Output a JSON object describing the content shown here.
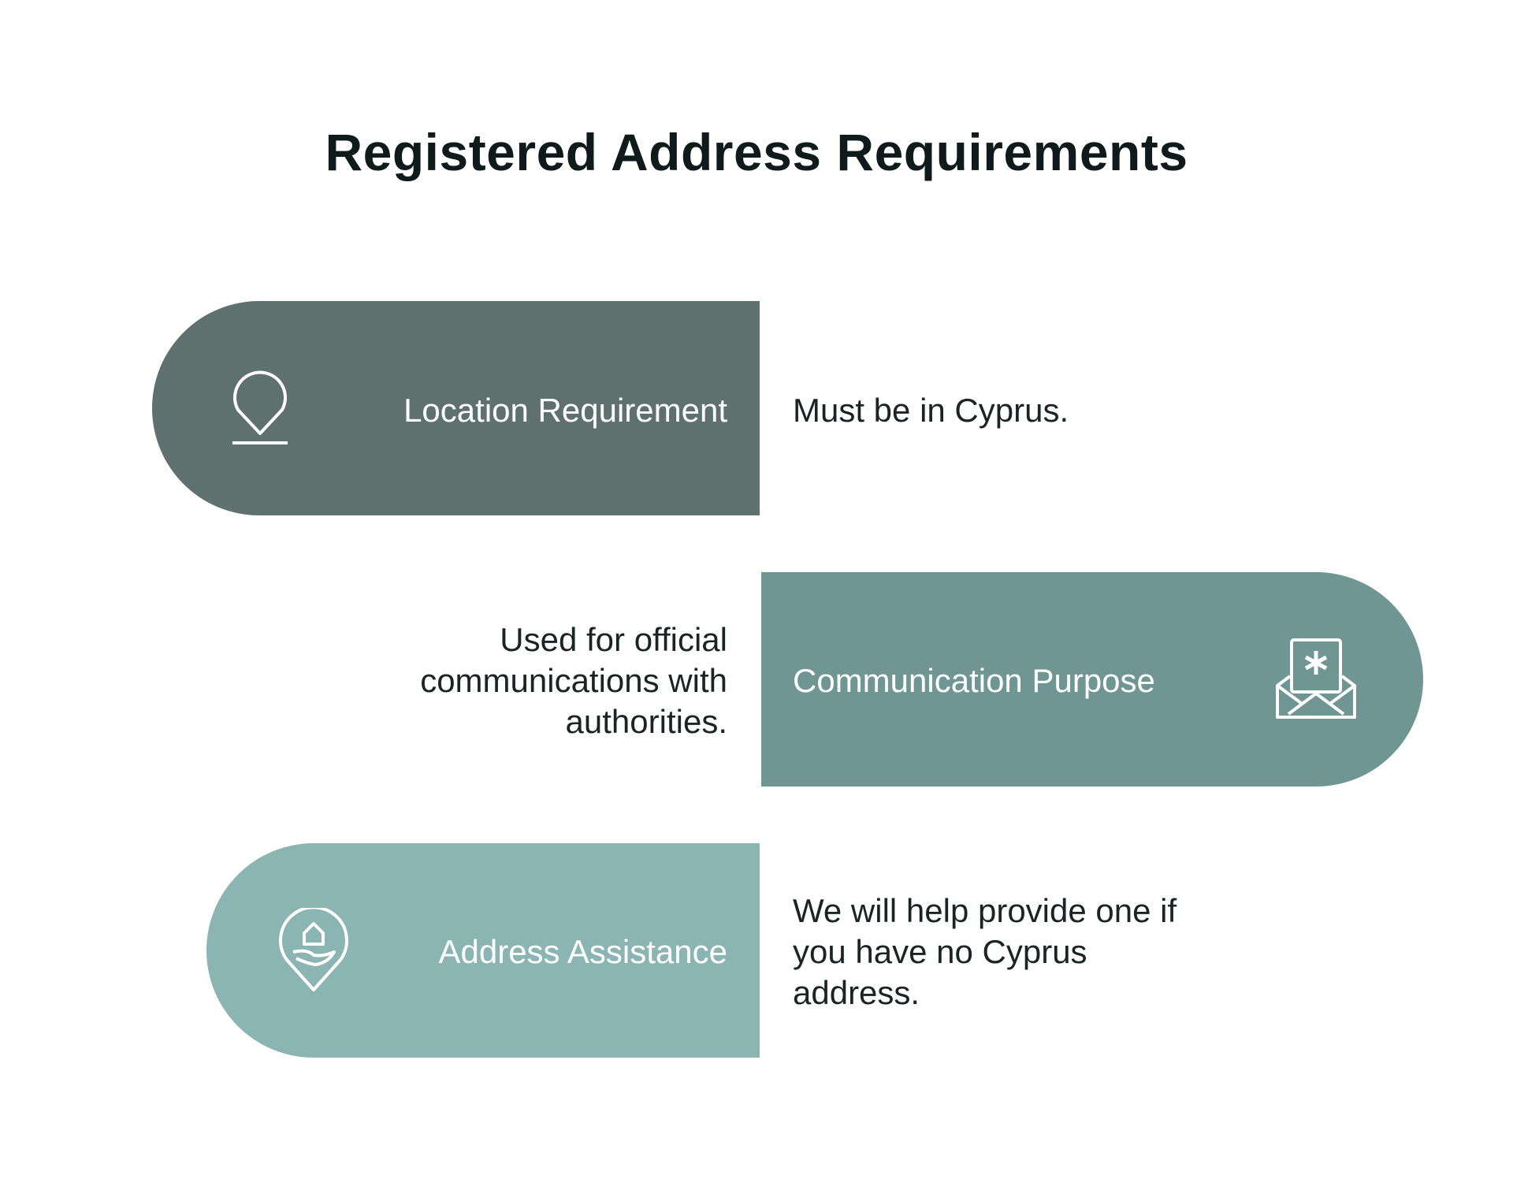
{
  "title": "Registered Address Requirements",
  "items": [
    {
      "label": "Location Requirement",
      "description": "Must be in Cyprus.",
      "icon": "map-pin-icon",
      "color": "#5f716e"
    },
    {
      "label": "Communication Purpose",
      "description_lines": [
        "Used for official",
        "communications with",
        "authorities."
      ],
      "icon": "open-envelope-icon",
      "color": "#6f9692"
    },
    {
      "label": "Address Assistance",
      "description_lines": [
        "We will help provide one if",
        "you have no Cyprus",
        "address."
      ],
      "icon": "home-in-hand-pin-icon",
      "color": "#8ab5b2"
    }
  ]
}
